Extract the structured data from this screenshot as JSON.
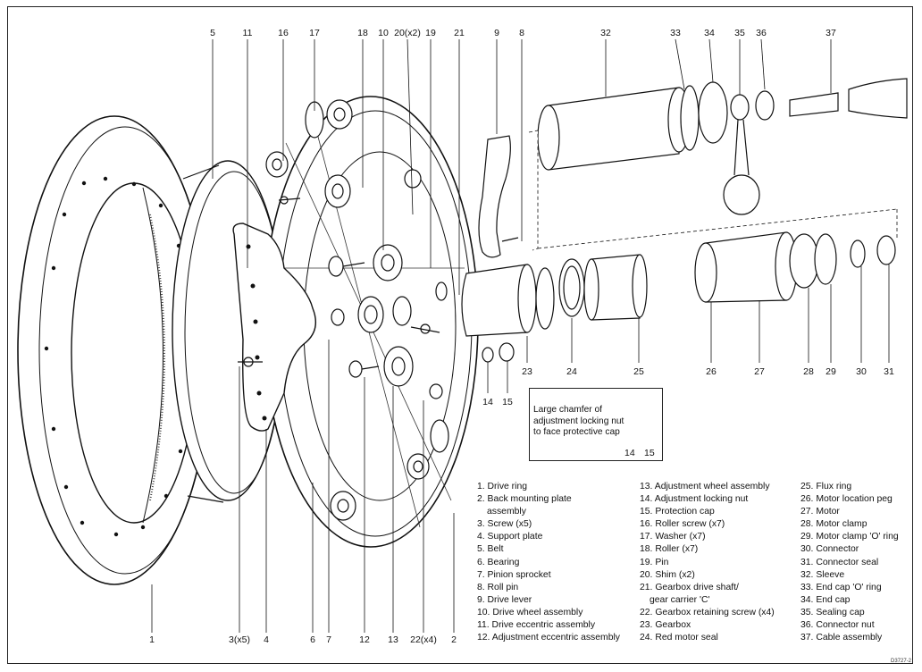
{
  "callouts_top": [
    {
      "id": "c5",
      "text": "5"
    },
    {
      "id": "c11",
      "text": "11"
    },
    {
      "id": "c16",
      "text": "16"
    },
    {
      "id": "c17",
      "text": "17"
    },
    {
      "id": "c18",
      "text": "18"
    },
    {
      "id": "c10",
      "text": "10"
    },
    {
      "id": "c20",
      "text": "20(x2)"
    },
    {
      "id": "c19",
      "text": "19"
    },
    {
      "id": "c21",
      "text": "21"
    },
    {
      "id": "c9",
      "text": "9"
    },
    {
      "id": "c8",
      "text": "8"
    },
    {
      "id": "c32",
      "text": "32"
    },
    {
      "id": "c33",
      "text": "33"
    },
    {
      "id": "c34",
      "text": "34"
    },
    {
      "id": "c35",
      "text": "35"
    },
    {
      "id": "c36",
      "text": "36"
    },
    {
      "id": "c37",
      "text": "37"
    }
  ],
  "callouts_mid": [
    {
      "id": "c23",
      "text": "23"
    },
    {
      "id": "c24",
      "text": "24"
    },
    {
      "id": "c25",
      "text": "25"
    },
    {
      "id": "c26",
      "text": "26"
    },
    {
      "id": "c27",
      "text": "27"
    },
    {
      "id": "c28",
      "text": "28"
    },
    {
      "id": "c29",
      "text": "29"
    },
    {
      "id": "c30",
      "text": "30"
    },
    {
      "id": "c31",
      "text": "31"
    },
    {
      "id": "c14",
      "text": "14"
    },
    {
      "id": "c15",
      "text": "15"
    }
  ],
  "callouts_bottom": [
    {
      "id": "c1",
      "text": "1"
    },
    {
      "id": "c3",
      "text": "3(x5)"
    },
    {
      "id": "c4",
      "text": "4"
    },
    {
      "id": "c6",
      "text": "6"
    },
    {
      "id": "c7",
      "text": "7"
    },
    {
      "id": "c12",
      "text": "12"
    },
    {
      "id": "c13",
      "text": "13"
    },
    {
      "id": "c22",
      "text": "22(x4)"
    },
    {
      "id": "c2",
      "text": "2"
    }
  ],
  "inset": {
    "note": "Large chamfer of adjustment locking nut to face protective cap",
    "label_a": "14",
    "label_b": "15"
  },
  "legend": {
    "col1": [
      "1. Drive ring",
      "2. Back mounting plate",
      "assembly",
      "3. Screw (x5)",
      "4. Support plate",
      "5. Belt",
      "6. Bearing",
      "7. Pinion sprocket",
      "8. Roll pin",
      "9. Drive lever",
      "10. Drive wheel assembly",
      "11. Drive eccentric assembly",
      "12. Adjustment eccentric assembly"
    ],
    "col2": [
      "13. Adjustment wheel assembly",
      "14. Adjustment locking nut",
      "15. Protection cap",
      "16. Roller screw (x7)",
      "17. Washer (x7)",
      "18. Roller (x7)",
      "19. Pin",
      "20. Shim (x2)",
      "21. Gearbox drive shaft/",
      "gear carrier 'C'",
      "22. Gearbox retaining screw (x4)",
      "23. Gearbox",
      "24. Red motor seal"
    ],
    "col3": [
      "25. Flux ring",
      "26. Motor location peg",
      "27. Motor",
      "28. Motor clamp",
      "29. Motor clamp 'O' ring",
      "30. Connector",
      "31. Connector seal",
      "32. Sleeve",
      "33. End cap 'O' ring",
      "34. End cap",
      "35. Sealing cap",
      "36. Connector nut",
      "37. Cable assembly"
    ]
  },
  "drawing_code": "D3727-2"
}
